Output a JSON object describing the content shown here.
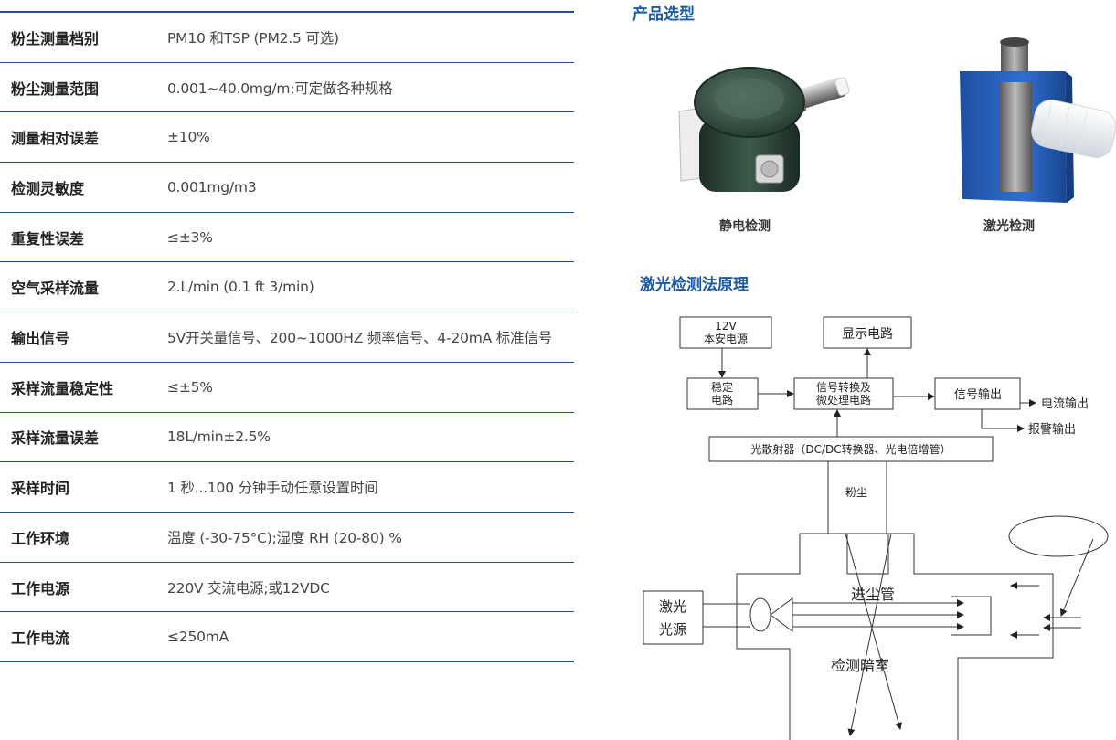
{
  "spec_table": {
    "rows": [
      {
        "label": "粉尘测量档别",
        "value": "PM10 和TSP (PM2.5 可选)"
      },
      {
        "label": "粉尘测量范围",
        "value": "0.001~40.0mg/m;可定做各种规格"
      },
      {
        "label": "测量相对误差",
        "value": "±10%"
      },
      {
        "label": "检测灵敏度",
        "value": "0.001mg/m3"
      },
      {
        "label": "重复性误差",
        "value": "≤±3%"
      },
      {
        "label": "空气采样流量",
        "value": "2.L/min (0.1 ft 3/min)"
      },
      {
        "label": "输出信号",
        "value": "5V开关量信号、200~1000HZ 频率信号、4-20mA 标准信号"
      },
      {
        "label": "采样流量稳定性",
        "value": "≤±5%"
      },
      {
        "label": "采样流量误差",
        "value": "18L/min±2.5%"
      },
      {
        "label": "采样时间",
        "value": "1 秒...100 分钟手动任意设置时间"
      },
      {
        "label": "工作环境",
        "value": "温度 (-30-75°C);湿度 RH (20-80) %"
      },
      {
        "label": "工作电源",
        "value": "220V 交流电源;或12VDC"
      },
      {
        "label": "工作电流",
        "value": "≤250mA"
      }
    ]
  },
  "product_selection": {
    "title": "产品选型",
    "items": [
      {
        "caption": "静电检测"
      },
      {
        "caption": "激光检测"
      }
    ]
  },
  "principle": {
    "title": "激光检测法原理",
    "power_line1": "12V",
    "power_line2": "本安电源",
    "display": "显示电路",
    "stabilizer_line1": "稳定",
    "stabilizer_line2": "电路",
    "converter_line1": "信号转换及",
    "converter_line2": "微处理电路",
    "signal_output": "信号输出",
    "current_output": "电流输出",
    "alarm_output": "报警输出",
    "scatterer": "光散射器（DC/DC转换器、光电倍增管）",
    "dust": "粉尘",
    "inlet_pipe": "进尘管",
    "dark_room": "检测暗室",
    "laser_line1": "激光",
    "laser_line2": "光源"
  },
  "colors": {
    "accent": "#1d5aa6",
    "rule": "#1f4f8f"
  }
}
